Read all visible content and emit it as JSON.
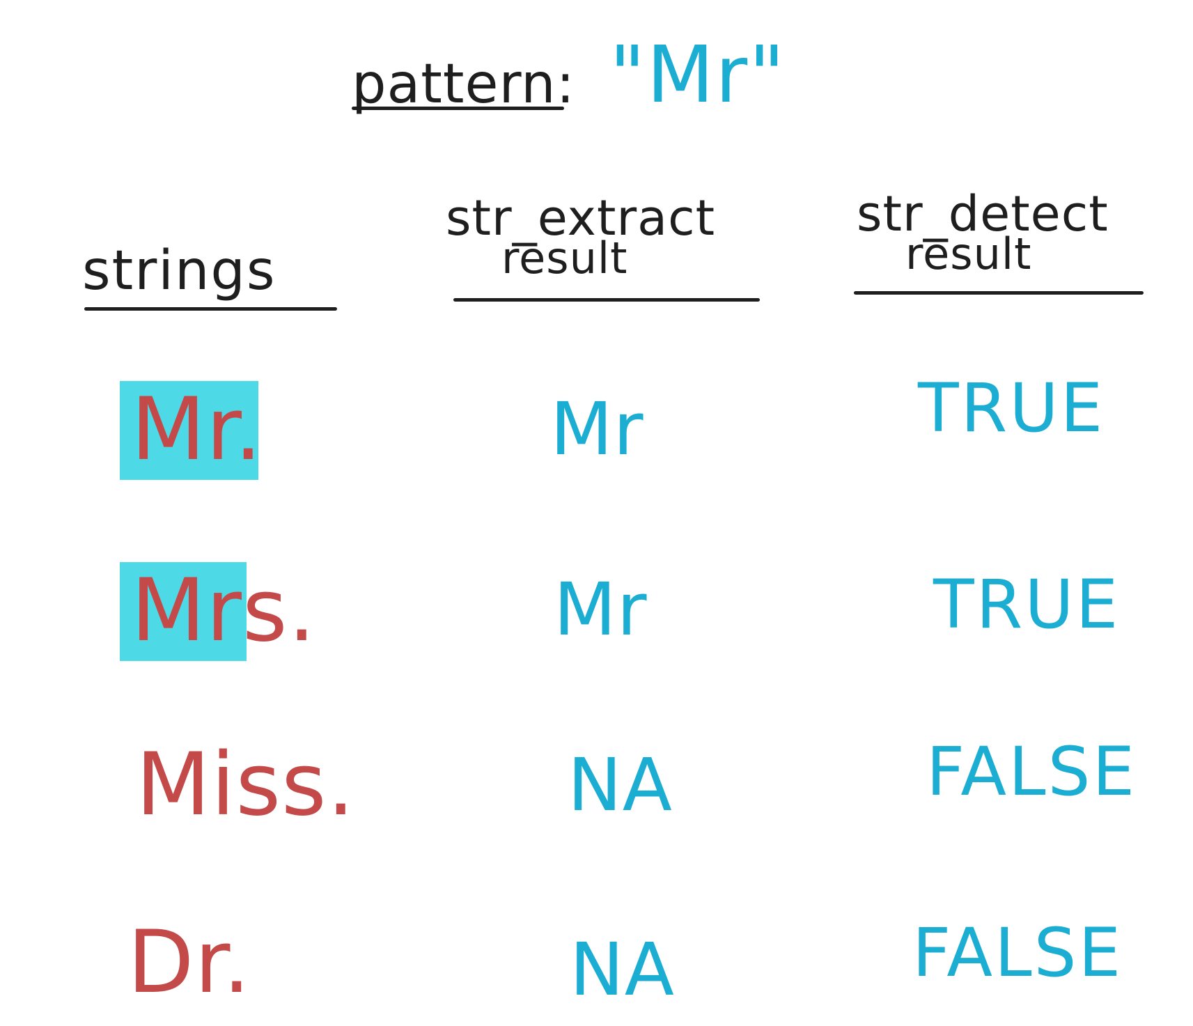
{
  "title": {
    "label": "pattern:",
    "pattern": "\"Mr\""
  },
  "headers": {
    "strings": "strings",
    "extract_line1": "str_extract",
    "extract_line2": "result",
    "detect_line1": "str_detect",
    "detect_line2": "result"
  },
  "rows": [
    {
      "string": "Mr.",
      "extract": "Mr",
      "detect": "TRUE",
      "matched": true
    },
    {
      "string": "Mrs.",
      "extract": "Mr",
      "detect": "TRUE",
      "matched": true
    },
    {
      "string": "Miss.",
      "extract": "NA",
      "detect": "FALSE",
      "matched": false
    },
    {
      "string": "Dr.",
      "extract": "NA",
      "detect": "FALSE",
      "matched": false
    }
  ],
  "colors": {
    "ink": "#1e1e1e",
    "result": "#1badd2",
    "input_string": "#c44949",
    "match_highlight": "#4ed9e6"
  }
}
